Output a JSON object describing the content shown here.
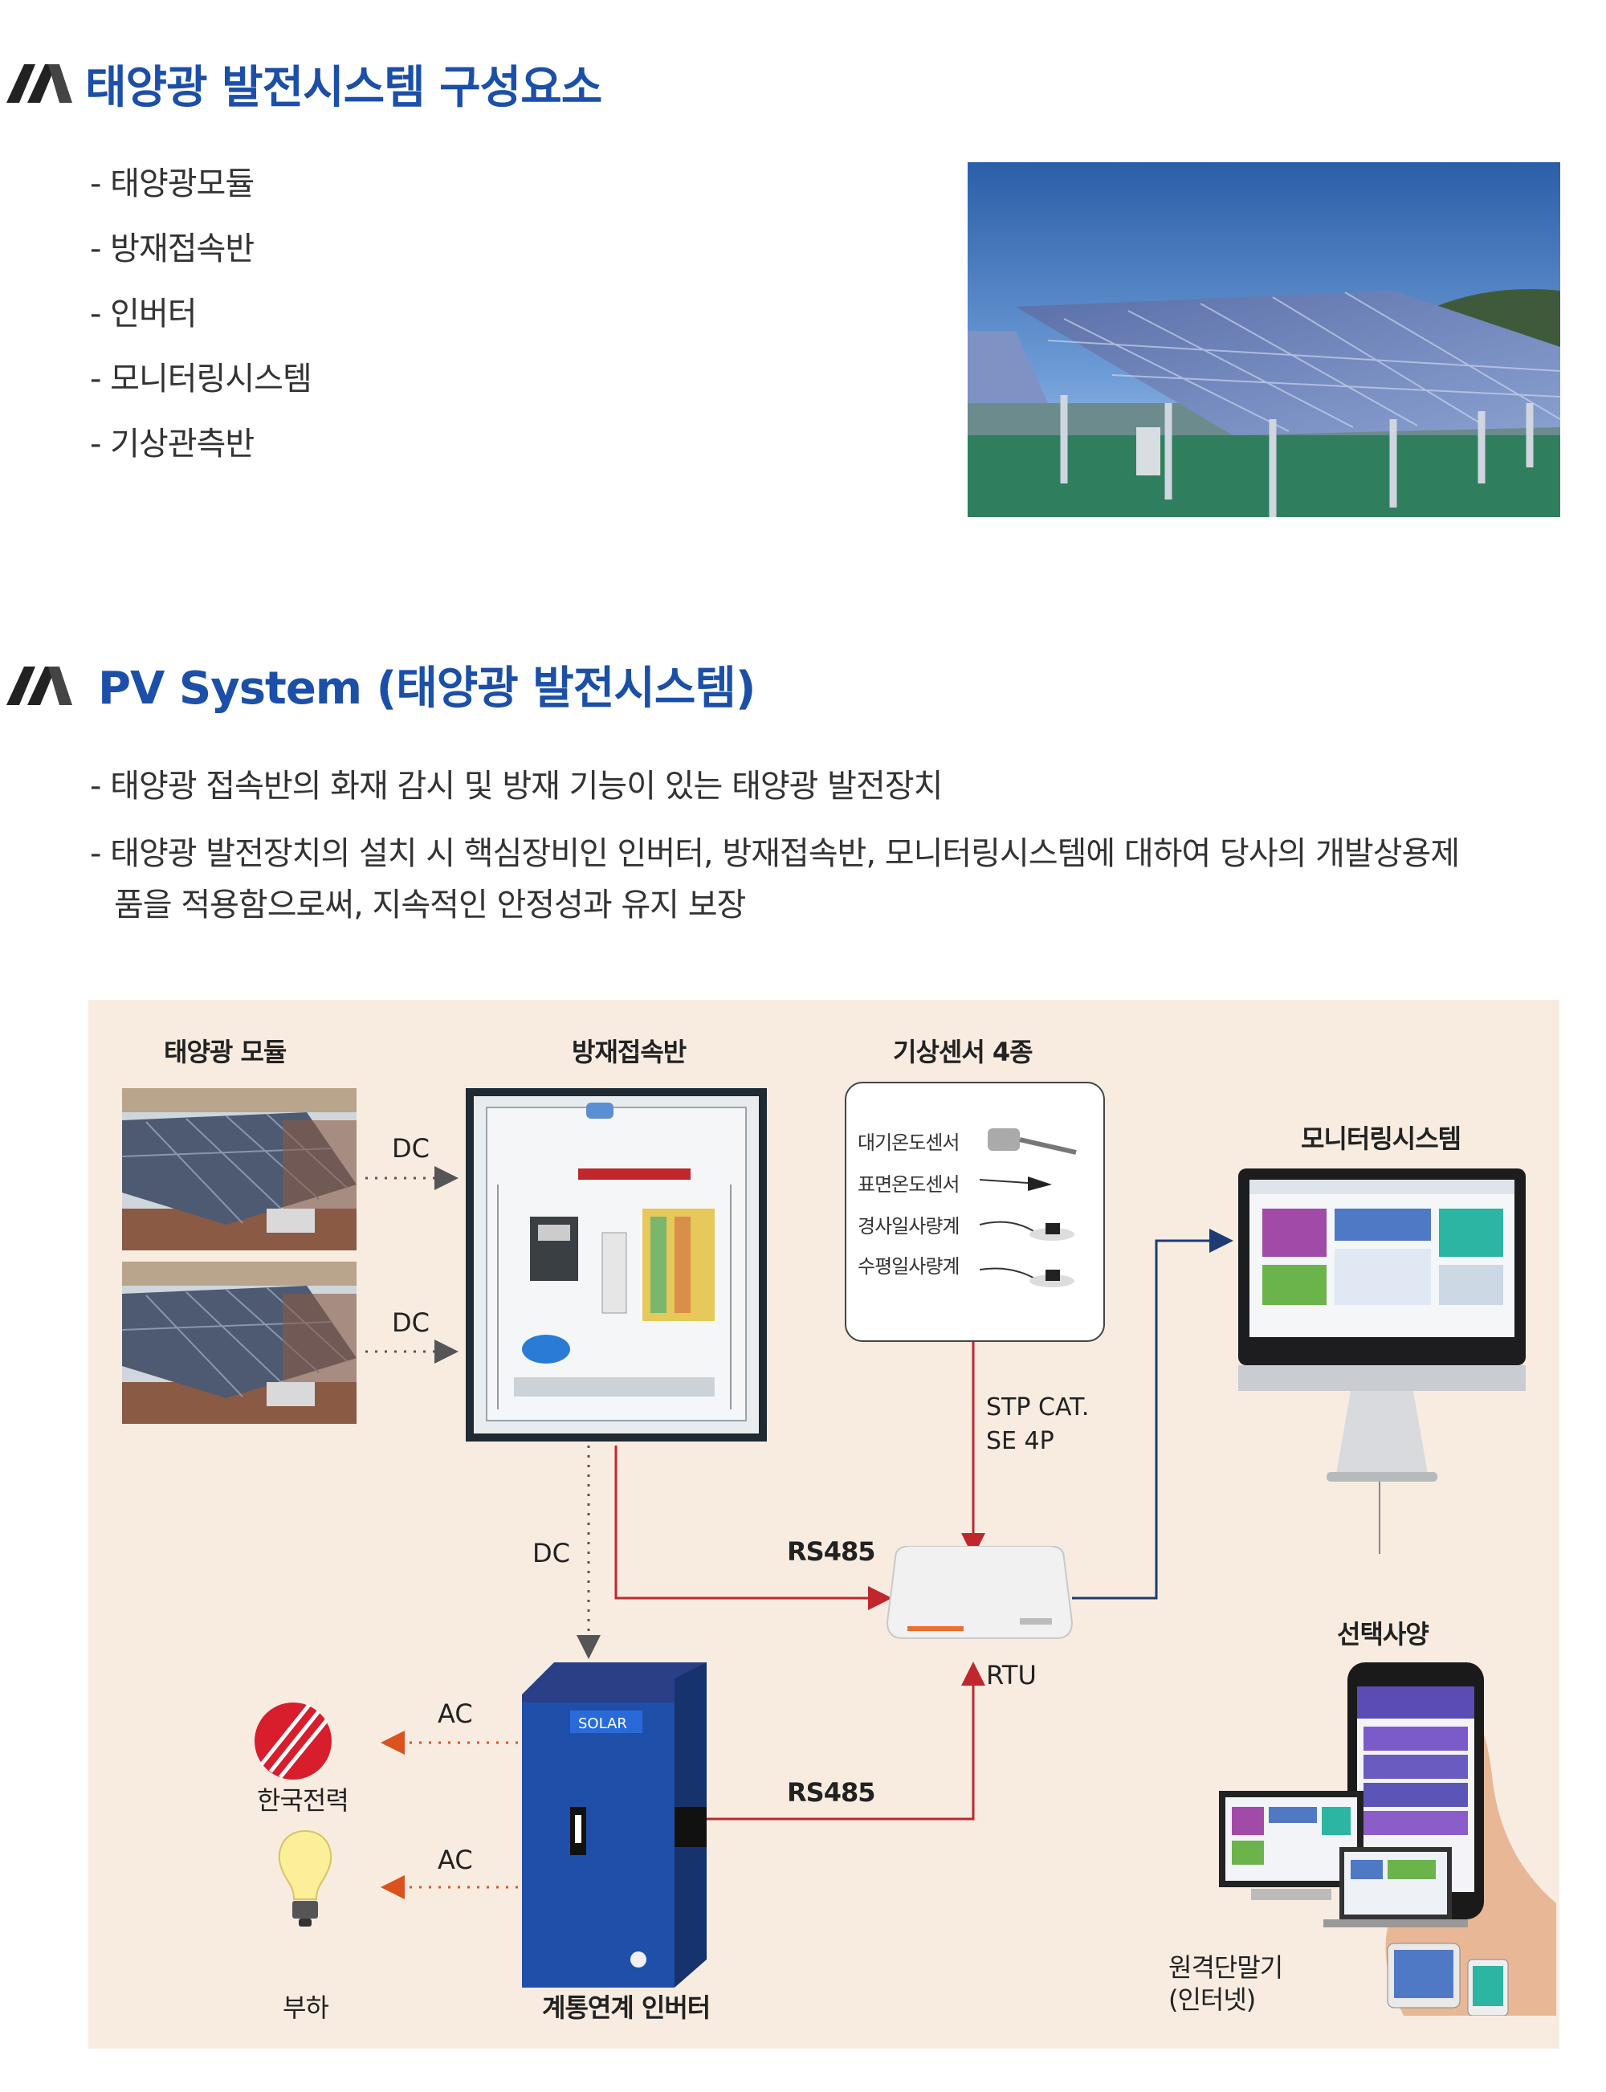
{
  "section1": {
    "title": "태양광 발전시스템 구성요소",
    "items": [
      "- 태양광모듈",
      "- 방재접속반",
      "- 인버터",
      "- 모니터링시스템",
      "- 기상관측반"
    ]
  },
  "section2": {
    "title": "PV System (태양광 발전시스템)",
    "paragraphs": [
      "- 태양광 접속반의 화재 감시 및 방재 기능이 있는 태양광 발전장치",
      "- 태양광 발전장치의 설치 시 핵심장비인 인버터, 방재접속반, 모니터링시스템에 대하여 당사의 개발상용제",
      "품을 적용함으로써, 지속적인 안정성과 유지 보장"
    ]
  },
  "diagram": {
    "solar_module_label": "태양광 모듈",
    "combiner_label": "방재접속반",
    "sensor_label": "기상센서 4종",
    "sensors": [
      "대기온도센서",
      "표면온도센서",
      "경사일사량계",
      "수평일사량계"
    ],
    "monitoring_label": "모니터링시스템",
    "dc_label_1": "DC",
    "dc_label_2": "DC",
    "dc_label_3": "DC",
    "stp_label_1": "STP CAT.",
    "stp_label_2": "SE 4P",
    "rs485_label_1": "RS485",
    "rs485_label_2": "RS485",
    "rtu_label": "RTU",
    "option_label": "선택사양",
    "ac_label_1": "AC",
    "ac_label_2": "AC",
    "kepco_label": "한국전력",
    "load_label": "부하",
    "inverter_label": "계통연계 인버터",
    "remote_label_1": "원격단말기",
    "remote_label_2": "(인터넷)",
    "inverter_brand": "SOLAR",
    "colors": {
      "accent_blue": "#1b4fa8",
      "red_line": "#c0272d",
      "navy_line": "#1f3b73",
      "panel_bg": "#f8ece1",
      "ac_orange": "#d9531e"
    }
  }
}
